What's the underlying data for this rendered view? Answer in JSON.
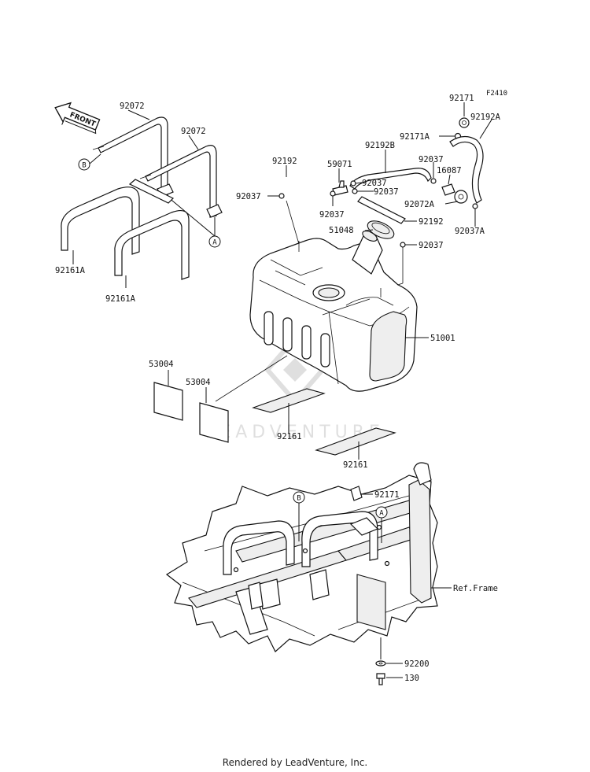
{
  "diagram_code": "F2410",
  "front_label": "FRONT",
  "watermark": "LEADVENTURE",
  "footer": "Rendered by LeadVenture, Inc.",
  "callouts": {
    "A": "A",
    "B": "B"
  },
  "parts": {
    "p92072a": "92072",
    "p92072b": "92072",
    "p92161A_1": "92161A",
    "p92161A_2": "92161A",
    "p92192": "92192",
    "p92037_1": "92037",
    "p59071": "59071",
    "p92037_2": "92037",
    "p92037_3": "92037",
    "p92037_4": "92037",
    "p92192B": "92192B",
    "p92171": "92171",
    "p92171A": "92171A",
    "p92192A": "92192A",
    "p92037_5": "92037",
    "p16087": "16087",
    "p92072A": "92072A",
    "p92037A": "92037A",
    "p92192_2": "92192",
    "p51048": "51048",
    "p92037_6": "92037",
    "p51001": "51001",
    "p53004_1": "53004",
    "p53004_2": "53004",
    "p92161_1": "92161",
    "p92161_2": "92161",
    "p92171_2": "92171",
    "ref_frame": "Ref.Frame",
    "p92200": "92200",
    "p130": "130"
  }
}
